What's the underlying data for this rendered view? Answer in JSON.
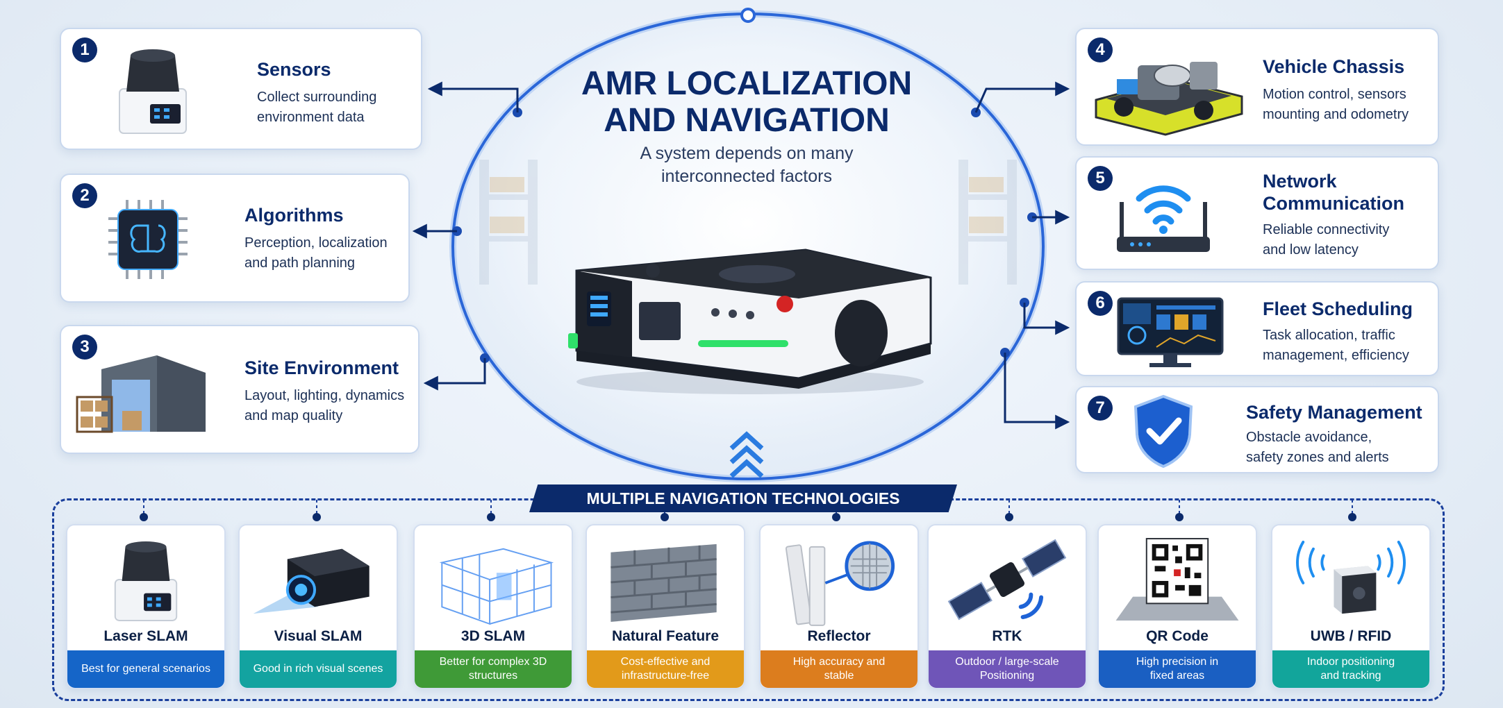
{
  "center": {
    "title_line1": "AMR LOCALIZATION",
    "title_line2": "AND NAVIGATION",
    "subtitle_line1": "A system depends on many",
    "subtitle_line2": "interconnected factors"
  },
  "factors": [
    {
      "number": "1",
      "title": "Sensors",
      "desc_line1": "Collect surrounding",
      "desc_line2": "environment data",
      "icon": "lidar-sensor-icon"
    },
    {
      "number": "2",
      "title": "Algorithms",
      "desc_line1": "Perception, localization",
      "desc_line2": "and path planning",
      "icon": "chip-icon"
    },
    {
      "number": "3",
      "title": "Site Environment",
      "desc_line1": "Layout, lighting, dynamics",
      "desc_line2": "and map quality",
      "icon": "warehouse-icon"
    },
    {
      "number": "4",
      "title": "Vehicle Chassis",
      "desc_line1": "Motion control, sensors",
      "desc_line2": "mounting and odometry",
      "icon": "chassis-icon"
    },
    {
      "number": "5",
      "title_line1": "Network",
      "title_line2": "Communication",
      "desc_line1": "Reliable connectivity",
      "desc_line2": "and low latency",
      "icon": "router-icon"
    },
    {
      "number": "6",
      "title": "Fleet Scheduling",
      "desc_line1": "Task allocation, traffic",
      "desc_line2": "management, efficiency",
      "icon": "monitor-icon"
    },
    {
      "number": "7",
      "title": "Safety Management",
      "desc_line1": "Obstacle avoidance,",
      "desc_line2": "safety zones and alerts",
      "icon": "shield-check-icon"
    }
  ],
  "bottom": {
    "label": "MULTIPLE NAVIGATION TECHNOLOGIES",
    "technologies": [
      {
        "name": "Laser SLAM",
        "line1": "Best for general scenarios",
        "line2": "",
        "color": "#1565c8",
        "icon": "lidar-icon"
      },
      {
        "name": "Visual SLAM",
        "line1": "Good in rich visual scenes",
        "line2": "",
        "color": "#13a3a0",
        "icon": "camera-icon"
      },
      {
        "name": "3D SLAM",
        "line1": "Better for complex 3D",
        "line2": "structures",
        "color": "#3f9a37",
        "icon": "point-cloud-icon"
      },
      {
        "name": "Natural Feature",
        "line1": "Cost-effective and",
        "line2": "infrastructure-free",
        "color": "#e29a1a",
        "icon": "brick-wall-icon"
      },
      {
        "name": "Reflector",
        "line1": "High accuracy and",
        "line2": "stable",
        "color": "#dc7d1e",
        "icon": "reflector-icon"
      },
      {
        "name": "RTK",
        "line1": "Outdoor / large-scale",
        "line2": "Positioning",
        "color": "#6f55b8",
        "icon": "satellite-icon"
      },
      {
        "name": "QR Code",
        "line1": "High precision in",
        "line2": "fixed areas",
        "color": "#1a5fc2",
        "icon": "qr-code-icon"
      },
      {
        "name": "UWB / RFID",
        "line1": "Indoor positioning",
        "line2": "and tracking",
        "color": "#12a59b",
        "icon": "uwb-tag-icon"
      }
    ]
  },
  "colors": {
    "navy": "#0b2a6b",
    "ring": "#2a66d8",
    "accent": "#1e63d6"
  }
}
